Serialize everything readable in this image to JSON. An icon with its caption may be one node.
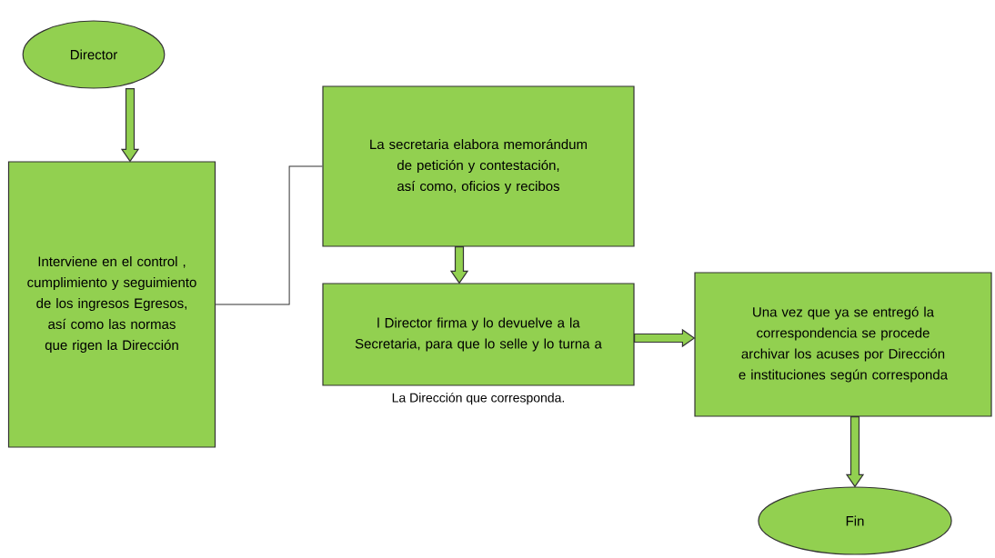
{
  "diagram": {
    "nodes": [
      {
        "text": [
          "Director"
        ]
      },
      {
        "text": [
          "Interviene en el control , cumplimiento y seguimiento de los ingresos Egresos, así como las normas que rigen la Dirección"
        ]
      },
      {
        "text": [
          "La secretaria elabora memorándum de petición y contestación, así como, oficios y recibos"
        ]
      },
      {
        "text": [
          "l Director firma y lo devuelve a la Secretaria, para que lo selle y lo turna a"
        ],
        "beside": [
          "La Dirección que corresponda."
        ]
      },
      {
        "text": [
          "Una vez que ya se entregó la correspondencia se procede archivar los acuses por Dirección e instituciones según corresponda"
        ]
      },
      {
        "text": [
          "Fin"
        ]
      }
    ],
    "edges": [
      {
        "from": 0,
        "to": 1,
        "arrow": "to"
      },
      {
        "from": 1,
        "to": 2,
        "arrow": "none"
      },
      {
        "from": 2,
        "to": 3,
        "arrow": "to"
      },
      {
        "from": 3,
        "to": 4,
        "arrow": "to"
      },
      {
        "from": 4,
        "to": 5,
        "arrow": "to"
      }
    ]
  }
}
